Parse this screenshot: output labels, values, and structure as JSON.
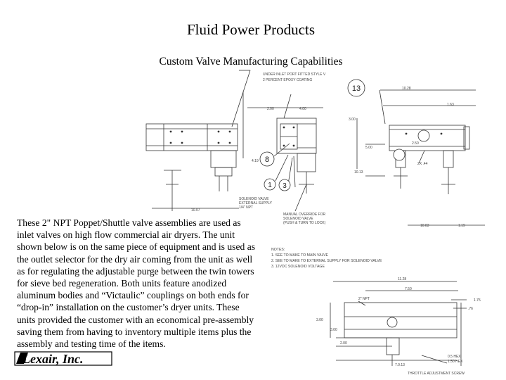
{
  "slide": {
    "title": "Fluid Power Products",
    "subtitle": "Custom Valve Manufacturing Capabilities",
    "body": "These 2\" NPT Poppet/Shuttle valve assemblies are used as inlet valves on high flow commercial air dryers. The unit shown below is on the same piece of equipment and is used as the outlet selector for the dry air coming from the unit as well as for regulating the adjustable purge between the twin towers for sieve bed regeneration. Both units feature anodized aluminum bodies and “Victaulic” couplings on both ends for “drop-in” installation on the customer’s dryer units. These units provided the customer with an economical pre-assembly saving them from having to inventory multiple items plus the assembly and testing time of the items."
  },
  "logo": {
    "text": "Lexair, Inc."
  },
  "drawing_top": {
    "balloons": [
      "13",
      "8",
      "1",
      "3"
    ],
    "dims": [
      "10.28",
      "1.63",
      "3.00",
      "2.00",
      "4.00",
      "5.00",
      "1.19",
      "10.13",
      "10.07",
      "10.83",
      "4.19",
      "2.50",
      "2X .44"
    ],
    "note_top": "UNDER INLET PORT FITTED STYLE V",
    "note_top2": "2 PERCENT EPOXY COATING",
    "note_solenoid": "SOLENOID VALVE",
    "note_solenoid2": "EXTERNAL SUPPLY",
    "note_solenoid3": "1/4\" NPT",
    "note_manual": "MANUAL OVERRIDE FOR",
    "note_manual2": "SOLENOID VALVE",
    "note_manual3": "(PUSH & TURN TO LOCK)"
  },
  "notes_block": {
    "heading": "NOTES:",
    "lines": [
      "1. SEE TO MAKE TO MAIN VALVE",
      "2. SEE TO MAKE TO EXTERNAL SUPPLY FOR SOLENOID VALVE",
      "3. 12VDC SOLENOID VOLTAGE"
    ]
  },
  "drawing_bottom": {
    "dims": [
      "11.28",
      "7.50",
      "2\" NPT",
      "1.75",
      ".76",
      "3.00",
      "3.00",
      "2.00",
      "7.0.13",
      "0.5 HEX",
      "1.50 HEX"
    ],
    "caption": "THROTTLE ADJUSTMENT SCREW"
  }
}
